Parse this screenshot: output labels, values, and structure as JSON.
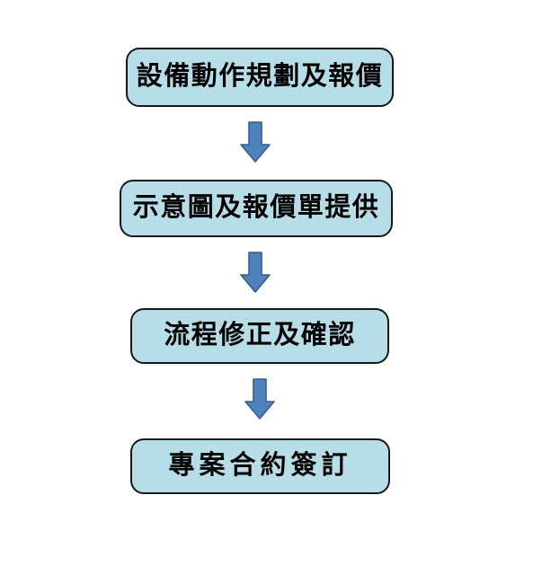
{
  "diagram": {
    "title": "",
    "background_color": "#ffffff",
    "node_fill_color": "#b7dee8",
    "node_border_color": "#16181c",
    "arrow_fill_color": "#4f81bd",
    "arrow_border_color": "#385d8a",
    "text_color": "#000000",
    "orientation": "vertical-top-to-bottom",
    "nodes": [
      {
        "id": "step-1",
        "label": "設備動作規劃及報價",
        "shape": "rounded-rectangle"
      },
      {
        "id": "step-2",
        "label": "示意圖及報價單提供",
        "shape": "rounded-rectangle"
      },
      {
        "id": "step-3",
        "label": "流程修正及確認",
        "shape": "rounded-rectangle"
      },
      {
        "id": "step-4",
        "label": "專案合約簽訂",
        "shape": "rounded-rectangle"
      }
    ],
    "connectors": [
      {
        "id": "arrow-1",
        "from": "step-1",
        "to": "step-2",
        "icon": "arrow-down-icon"
      },
      {
        "id": "arrow-2",
        "from": "step-2",
        "to": "step-3",
        "icon": "arrow-down-icon"
      },
      {
        "id": "arrow-3",
        "from": "step-3",
        "to": "step-4",
        "icon": "arrow-down-icon"
      }
    ]
  }
}
